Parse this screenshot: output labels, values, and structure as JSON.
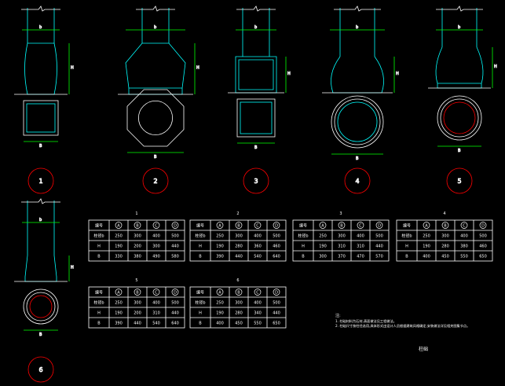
{
  "drawing_labels": [
    "1",
    "2",
    "3",
    "4",
    "5",
    "6"
  ],
  "dimension_labels": {
    "b": "b",
    "B": "B",
    "H": "H"
  },
  "tables": [
    {
      "title": "1",
      "header": [
        "编号",
        "A",
        "B",
        "C",
        "D"
      ],
      "rows": [
        [
          "柱径b",
          "250",
          "300",
          "400",
          "500"
        ],
        [
          "H",
          "190",
          "200",
          "300",
          "440"
        ],
        [
          "B",
          "330",
          "380",
          "490",
          "580"
        ]
      ]
    },
    {
      "title": "2",
      "header": [
        "编号",
        "A",
        "B",
        "C",
        "D"
      ],
      "rows": [
        [
          "柱径b",
          "250",
          "300",
          "400",
          "500"
        ],
        [
          "H",
          "190",
          "280",
          "360",
          "460"
        ],
        [
          "B",
          "390",
          "440",
          "540",
          "640"
        ]
      ]
    },
    {
      "title": "3",
      "header": [
        "编号",
        "A",
        "B",
        "C",
        "D"
      ],
      "rows": [
        [
          "柱径b",
          "250",
          "300",
          "400",
          "500"
        ],
        [
          "H",
          "190",
          "310",
          "310",
          "440"
        ],
        [
          "B",
          "300",
          "370",
          "470",
          "570"
        ]
      ]
    },
    {
      "title": "4",
      "header": [
        "编号",
        "A",
        "B",
        "C",
        "D"
      ],
      "rows": [
        [
          "柱径b",
          "250",
          "300",
          "400",
          "500"
        ],
        [
          "H",
          "190",
          "280",
          "380",
          "460"
        ],
        [
          "B",
          "400",
          "450",
          "550",
          "650"
        ]
      ]
    },
    {
      "title": "5",
      "header": [
        "编号",
        "A",
        "B",
        "C",
        "D"
      ],
      "rows": [
        [
          "柱径b",
          "250",
          "300",
          "400",
          "500"
        ],
        [
          "H",
          "190",
          "200",
          "310",
          "440"
        ],
        [
          "B",
          "390",
          "440",
          "540",
          "640"
        ]
      ]
    },
    {
      "title": "6",
      "header": [
        "编号",
        "A",
        "B",
        "C",
        "D"
      ],
      "rows": [
        [
          "柱径b",
          "250",
          "300",
          "400",
          "500"
        ],
        [
          "H",
          "190",
          "280",
          "340",
          "440"
        ],
        [
          "B",
          "400",
          "450",
          "550",
          "650"
        ]
      ]
    }
  ],
  "notes": {
    "heading": "注:",
    "line1": "1. 柱础材料为石材,表面做法见工程做法。",
    "line2": "2. 柱础尺寸按柱径选用,具体形式由设计人员根据建筑风格确定,安装做法详见相关图集节点。",
    "caption": "柱础"
  },
  "colors": {
    "line": "#ffffff",
    "cyan": "#00ffff",
    "red": "#ff0000",
    "green": "#00ff00"
  }
}
